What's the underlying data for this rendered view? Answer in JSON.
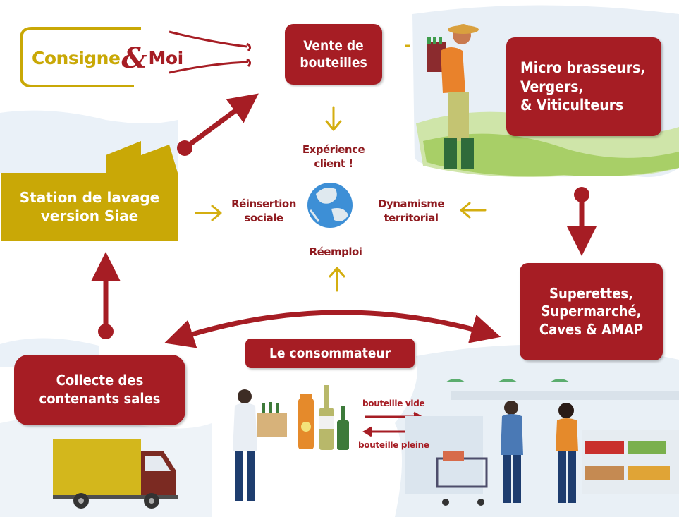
{
  "logo": {
    "part1": "Consigne",
    "ampersand": "&",
    "part2": "Moi"
  },
  "boxes": {
    "vente": "Vente de\nbouteilles",
    "micro": "Micro brasseurs,\nVergers,\n& Viticulteurs",
    "station": "Station de lavage\nversion Siae",
    "superettes": "Superettes,\nSupermarché,\nCaves & AMAP",
    "consommateur": "Le consommateur",
    "collecte": "Collecte des\ncontenants sales"
  },
  "center": {
    "experience": "Expérience\nclient !",
    "reinsertion": "Réinsertion\nsociale",
    "dynamisme": "Dynamisme\nterritorial",
    "reemploi": "Réemploi"
  },
  "exchange": {
    "empty": "bouteille vide",
    "full": "bouteille pleine"
  },
  "colors": {
    "red": "#a61d24",
    "gold": "#c9a806",
    "sky": "#e6eef6",
    "green": "#9dc45a"
  }
}
